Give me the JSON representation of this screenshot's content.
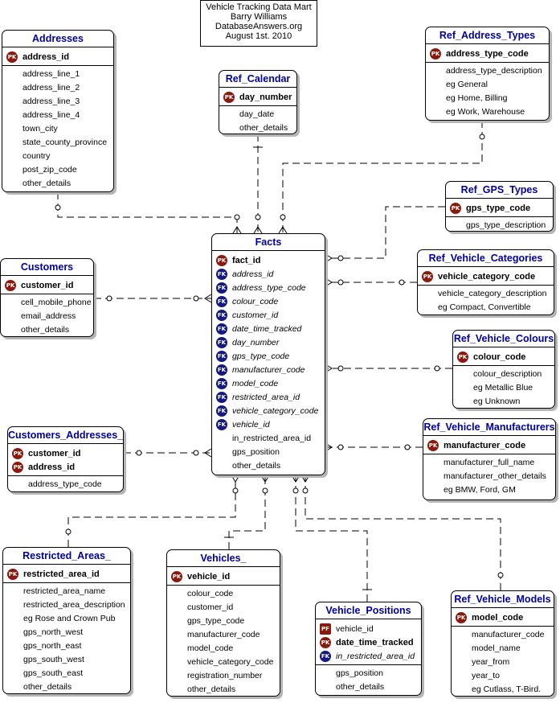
{
  "title_block": {
    "lines": [
      "Vehicle Tracking Data Mart",
      "Barry Williams",
      "DatabaseAnswers.org",
      "August 1st. 2010"
    ]
  },
  "key_labels": {
    "pk": "PK",
    "fk": "FK",
    "pf": "PF"
  },
  "entities": {
    "addresses": {
      "title": "Addresses",
      "attrs": [
        {
          "key": "pk",
          "name": "address_id"
        },
        {
          "key": "",
          "name": "address_line_1"
        },
        {
          "key": "",
          "name": "address_line_2"
        },
        {
          "key": "",
          "name": "address_line_3"
        },
        {
          "key": "",
          "name": "address_line_4"
        },
        {
          "key": "",
          "name": "town_city"
        },
        {
          "key": "",
          "name": "state_county_province"
        },
        {
          "key": "",
          "name": "country"
        },
        {
          "key": "",
          "name": "post_zip_code"
        },
        {
          "key": "",
          "name": "other_details"
        }
      ]
    },
    "ref_calendar": {
      "title": "Ref_Calendar",
      "attrs": [
        {
          "key": "pk",
          "name": "day_number"
        },
        {
          "key": "",
          "name": "day_date"
        },
        {
          "key": "",
          "name": "other_details"
        }
      ]
    },
    "ref_address_types": {
      "title": "Ref_Address_Types",
      "attrs": [
        {
          "key": "pk",
          "name": "address_type_code"
        },
        {
          "key": "",
          "name": "address_type_description"
        },
        {
          "key": "",
          "name": "eg General"
        },
        {
          "key": "",
          "name": "eg Home, Billing"
        },
        {
          "key": "",
          "name": "eg Work, Warehouse"
        }
      ]
    },
    "ref_gps_types": {
      "title": "Ref_GPS_Types",
      "attrs": [
        {
          "key": "pk",
          "name": "gps_type_code"
        },
        {
          "key": "",
          "name": "gps_type_description"
        }
      ]
    },
    "customers": {
      "title": "Customers",
      "attrs": [
        {
          "key": "pk",
          "name": "customer_id"
        },
        {
          "key": "",
          "name": "cell_mobile_phone"
        },
        {
          "key": "",
          "name": "email_address"
        },
        {
          "key": "",
          "name": "other_details"
        }
      ]
    },
    "facts": {
      "title": "Facts",
      "attrs": [
        {
          "key": "pk",
          "name": "fact_id"
        },
        {
          "key": "fk",
          "name": "address_id"
        },
        {
          "key": "fk",
          "name": "address_type_code"
        },
        {
          "key": "fk",
          "name": "colour_code"
        },
        {
          "key": "fk",
          "name": "customer_id"
        },
        {
          "key": "fk",
          "name": "date_time_tracked"
        },
        {
          "key": "fk",
          "name": "day_number"
        },
        {
          "key": "fk",
          "name": "gps_type_code"
        },
        {
          "key": "fk",
          "name": "manufacturer_code"
        },
        {
          "key": "fk",
          "name": "model_code"
        },
        {
          "key": "fk",
          "name": "restricted_area_id"
        },
        {
          "key": "fk",
          "name": "vehicle_category_code"
        },
        {
          "key": "fk",
          "name": "vehicle_id"
        },
        {
          "key": "",
          "name": "in_restricted_area_id"
        },
        {
          "key": "",
          "name": "gps_position"
        },
        {
          "key": "",
          "name": "other_details"
        }
      ]
    },
    "ref_vehicle_categories": {
      "title": "Ref_Vehicle_Categories",
      "attrs": [
        {
          "key": "pk",
          "name": "vehicle_category_code"
        },
        {
          "key": "",
          "name": "vehicle_category_description"
        },
        {
          "key": "",
          "name": "eg Compact, Convertible"
        }
      ]
    },
    "ref_vehicle_colours": {
      "title": "Ref_Vehicle_Colours",
      "attrs": [
        {
          "key": "pk",
          "name": "colour_code"
        },
        {
          "key": "",
          "name": "colour_description"
        },
        {
          "key": "",
          "name": "eg Metallic Blue"
        },
        {
          "key": "",
          "name": "eg Unknown"
        }
      ]
    },
    "customers_addresses": {
      "title": "Customers_Addresses_",
      "attrs": [
        {
          "key": "pk",
          "name": "customer_id"
        },
        {
          "key": "pk",
          "name": "address_id"
        },
        {
          "key": "",
          "name": "address_type_code"
        }
      ]
    },
    "ref_vehicle_manufacturers": {
      "title": "Ref_Vehicle_Manufacturers",
      "attrs": [
        {
          "key": "pk",
          "name": "manufacturer_code"
        },
        {
          "key": "",
          "name": "manufacturer_full_name"
        },
        {
          "key": "",
          "name": "manufacturer_other_details"
        },
        {
          "key": "",
          "name": "eg BMW, Ford, GM"
        }
      ]
    },
    "restricted_areas": {
      "title": "Restricted_Areas_",
      "attrs": [
        {
          "key": "pk",
          "name": "restricted_area_id"
        },
        {
          "key": "",
          "name": "restricted_area_name"
        },
        {
          "key": "",
          "name": "restricted_area_description"
        },
        {
          "key": "",
          "name": "eg Rose and Crown Pub"
        },
        {
          "key": "",
          "name": "gps_north_west"
        },
        {
          "key": "",
          "name": "gps_north_east"
        },
        {
          "key": "",
          "name": "gps_south_west"
        },
        {
          "key": "",
          "name": "gps_south_east"
        },
        {
          "key": "",
          "name": "other_details"
        }
      ]
    },
    "vehicles": {
      "title": "Vehicles_",
      "attrs": [
        {
          "key": "pk",
          "name": "vehicle_id"
        },
        {
          "key": "",
          "name": "colour_code"
        },
        {
          "key": "",
          "name": "customer_id"
        },
        {
          "key": "",
          "name": "gps_type_code"
        },
        {
          "key": "",
          "name": "manufacturer_code"
        },
        {
          "key": "",
          "name": "model_code"
        },
        {
          "key": "",
          "name": "vehicle_category_code"
        },
        {
          "key": "",
          "name": "registration_number"
        },
        {
          "key": "",
          "name": "other_details"
        }
      ]
    },
    "vehicle_positions": {
      "title": "Vehicle_Positions",
      "attrs": [
        {
          "key": "pf",
          "name": "vehicle_id"
        },
        {
          "key": "pk",
          "name": "date_time_tracked"
        },
        {
          "key": "fk",
          "name": "in_restricted_area_id"
        },
        {
          "key": "",
          "name": "gps_position"
        },
        {
          "key": "",
          "name": "other_details"
        }
      ]
    },
    "ref_vehicle_models": {
      "title": "Ref_Vehicle_Models",
      "attrs": [
        {
          "key": "pk",
          "name": "model_code"
        },
        {
          "key": "",
          "name": "manufacturer_code"
        },
        {
          "key": "",
          "name": "model_name"
        },
        {
          "key": "",
          "name": "year_from"
        },
        {
          "key": "",
          "name": "year_to"
        },
        {
          "key": "",
          "name": "eg Cutlass, T-Bird."
        }
      ]
    }
  }
}
